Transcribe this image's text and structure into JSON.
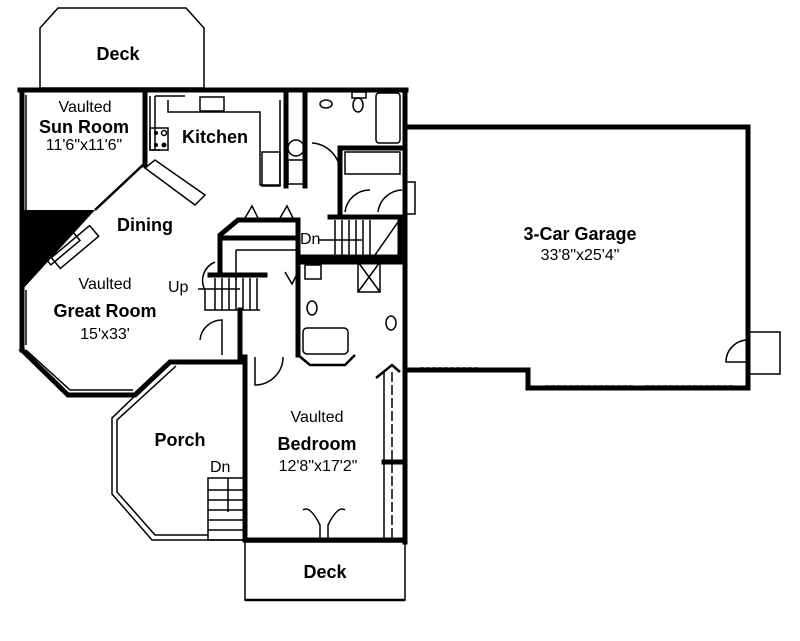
{
  "plan": {
    "rooms": [
      {
        "id": "deck-top",
        "name": "Deck",
        "prefix": "",
        "dims": ""
      },
      {
        "id": "sun-room",
        "name": "Sun Room",
        "prefix": "Vaulted",
        "dims": "11'6\"x11'6\""
      },
      {
        "id": "kitchen",
        "name": "Kitchen",
        "prefix": "",
        "dims": ""
      },
      {
        "id": "dining",
        "name": "Dining",
        "prefix": "",
        "dims": ""
      },
      {
        "id": "great-room",
        "name": "Great Room",
        "prefix": "Vaulted",
        "dims": "15'x33'"
      },
      {
        "id": "garage",
        "name": "3-Car Garage",
        "prefix": "",
        "dims": "33'8\"x25'4\""
      },
      {
        "id": "porch",
        "name": "Porch",
        "prefix": "",
        "dims": ""
      },
      {
        "id": "bedroom",
        "name": "Bedroom",
        "prefix": "Vaulted",
        "dims": "12'8\"x17'2\""
      },
      {
        "id": "deck-bottom",
        "name": "Deck",
        "prefix": "",
        "dims": ""
      }
    ],
    "stair_labels": {
      "stair_up": "Up",
      "stair_down_hall": "Dn",
      "stair_down_porch": "Dn"
    }
  }
}
